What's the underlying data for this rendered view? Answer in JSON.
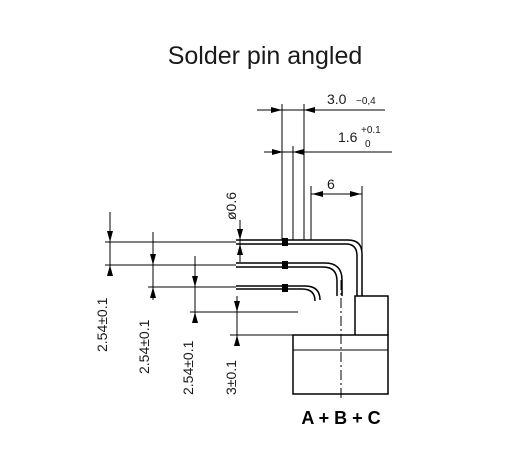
{
  "title": "Solder pin angled",
  "dimensions": {
    "total_length": {
      "value": "3.0",
      "tolerance": "−0,4"
    },
    "pin_length": {
      "value": "1.6",
      "tol_upper": "+0.1",
      "tol_lower": "0"
    },
    "bend_offset": "6",
    "pin_diameter": "ø0.6",
    "pitch_1": "2.54±0.1",
    "pitch_2": "2.54±0.1",
    "pitch_3": "2.54±0.1",
    "base_offset": "3±0.1"
  },
  "variant_label": "A + B + C"
}
